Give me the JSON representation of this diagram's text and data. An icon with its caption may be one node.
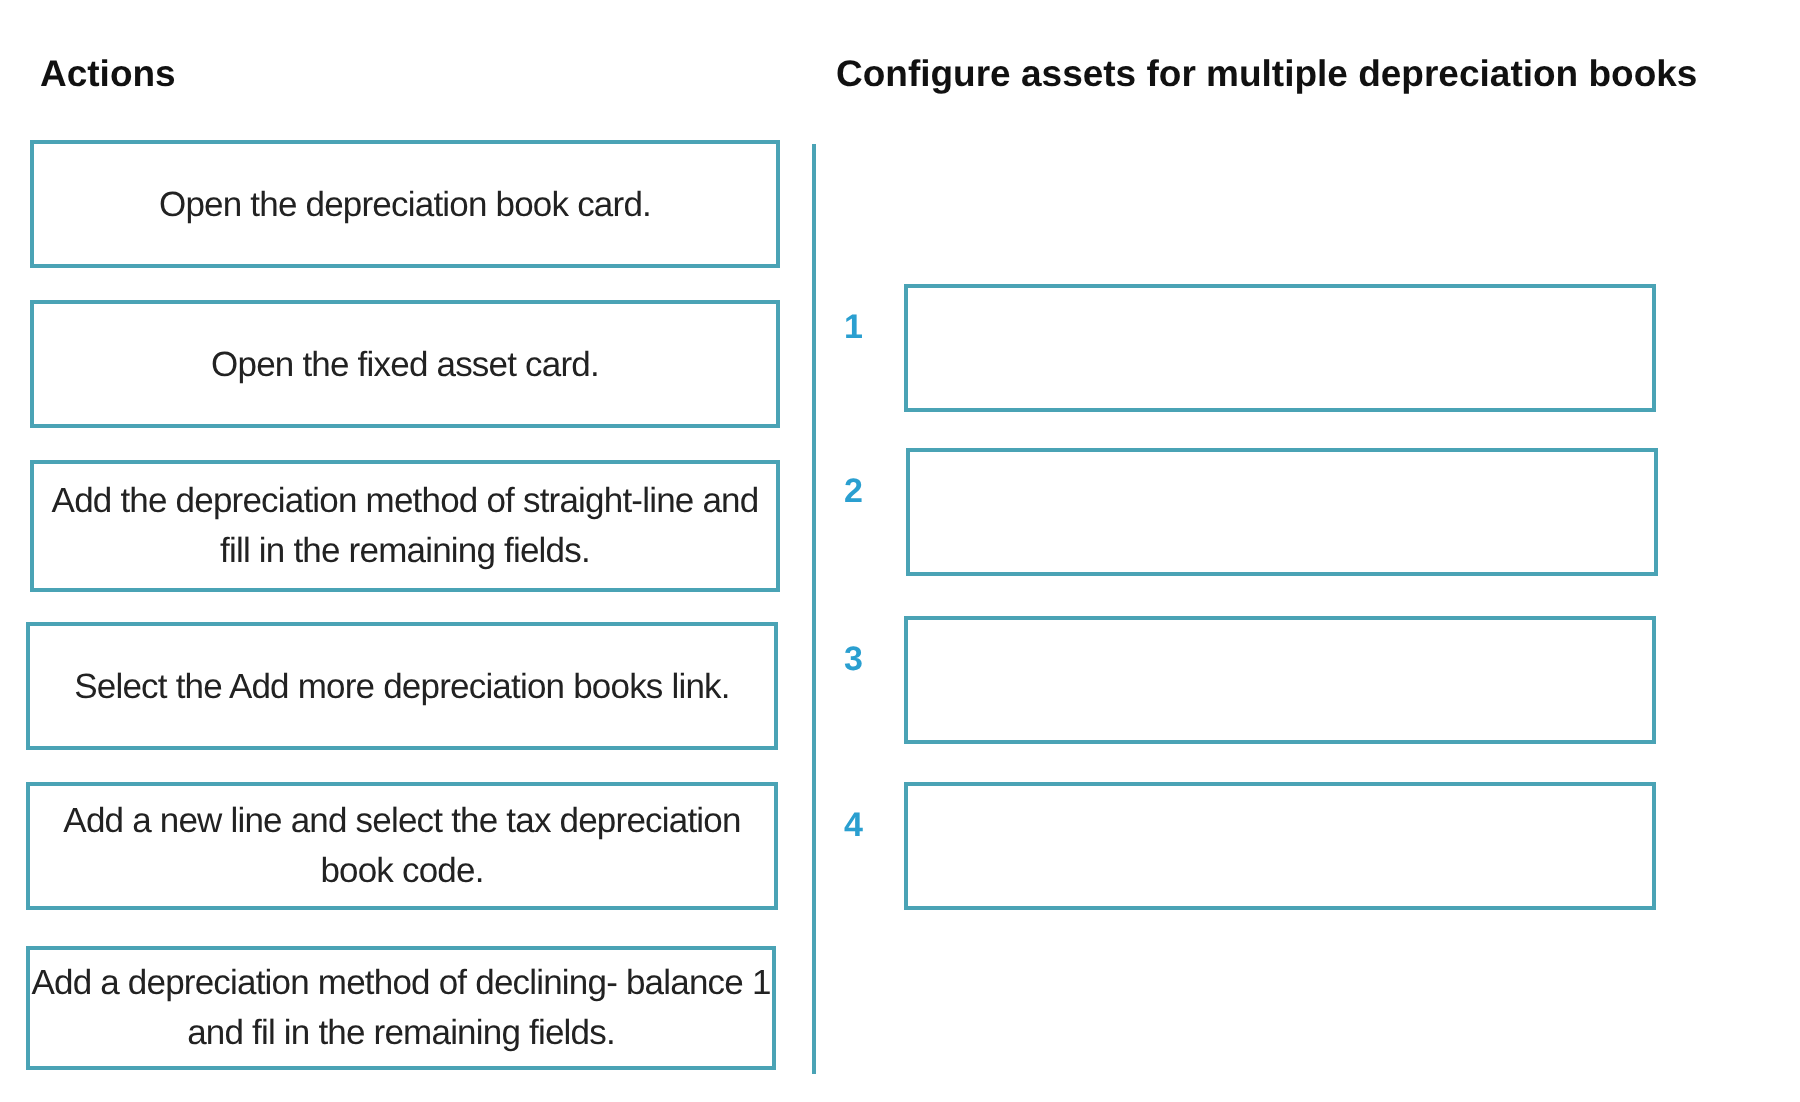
{
  "diagram": {
    "nodes": [
      {
        "text": [
          "Open the depreciation book card."
        ]
      },
      {
        "text": [
          "Open the fixed asset card."
        ]
      },
      {
        "text": [
          "Add the depreciation method of straight-line and fill in the remaining fields."
        ]
      },
      {
        "text": [
          "Select the Add more depreciation books link."
        ]
      },
      {
        "text": [
          "Add a new line and select the tax depreciation book code."
        ]
      },
      {
        "text": [
          "Add a depreciation method of declining- balance 1 and fil in the remaining fields."
        ]
      },
      {
        "text": [],
        "shape": "box"
      },
      {
        "text": [],
        "shape": "box"
      },
      {
        "text": [],
        "shape": "box"
      },
      {
        "text": [],
        "shape": "box"
      }
    ],
    "edges": [],
    "labels": [
      "Actions",
      "Configure assets for multiple depreciation books",
      "1",
      "2",
      "3",
      "4"
    ]
  }
}
